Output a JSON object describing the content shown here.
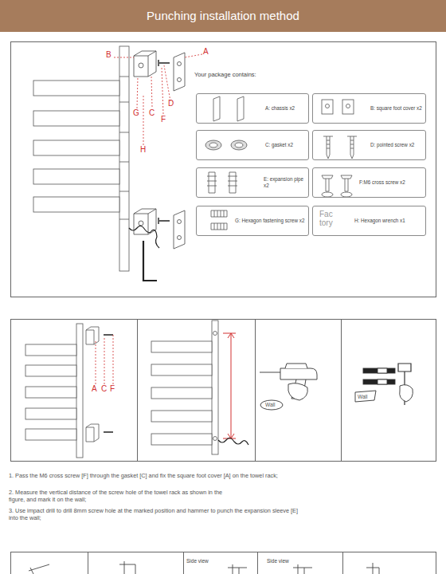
{
  "diagram": {
    "title": "Punching installation method",
    "nodes": [
      {
        "text": [
          "A: chassis x2"
        ]
      },
      {
        "text": [
          "B: square foot cover x2"
        ]
      },
      {
        "text": [
          "C: gasket x2"
        ]
      },
      {
        "text": [
          "D: pointed screw x2"
        ]
      },
      {
        "text": [
          "E: expansion pipe x2"
        ]
      },
      {
        "text": [
          "F:M6 cross screw x2"
        ]
      },
      {
        "text": [
          "G: Hexagon fastening screw x2"
        ]
      },
      {
        "text": [
          "H: Hexagon wrench x1"
        ]
      }
    ],
    "labels": [
      "B",
      "A",
      "D",
      "G",
      "C",
      "F",
      "H",
      "Your package contains:",
      "Fac",
      "tory",
      "A",
      "C",
      "F",
      "Wall",
      "Wall",
      "1. Pass the M6 cross screw [F] through the gasket [C] and fix the square foot cover [A] on the towel rack;",
      "2. Measure the vertical distance of the screw hole of the towel rack as shown in the figure, and mark it on the wall;",
      "3. Use impact drill to drill 8mm screw hole at the marked position and hammer to punch the expansion sleeve [E] into the wall;",
      "Side view",
      "Side view"
    ]
  }
}
